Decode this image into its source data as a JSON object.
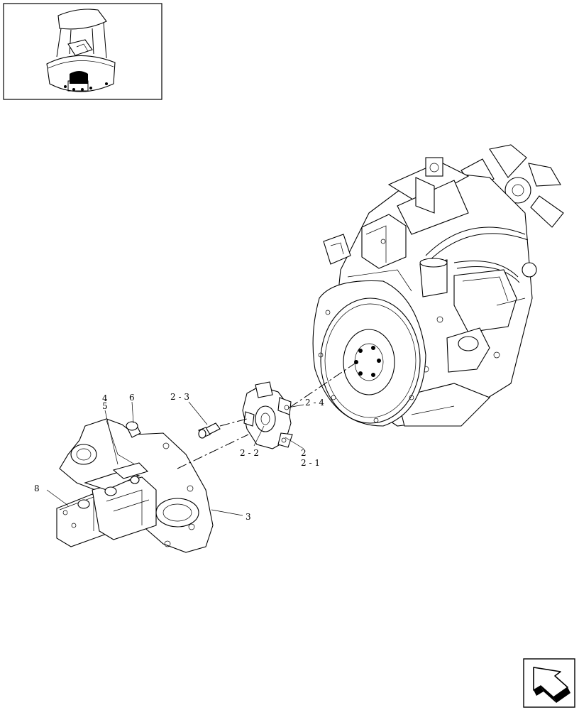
{
  "callouts": {
    "c4": "4",
    "c5": "5",
    "c6": "6",
    "c8": "8",
    "c3": "3",
    "c2_3": "2 - 3",
    "c2_4": "2 - 4",
    "c2_2": "2 - 2",
    "c2": "2",
    "c2_1": "2 - 1"
  },
  "icons": {
    "nav": "return-arrow-icon",
    "thumbnail": "machine-location-thumbnail"
  }
}
